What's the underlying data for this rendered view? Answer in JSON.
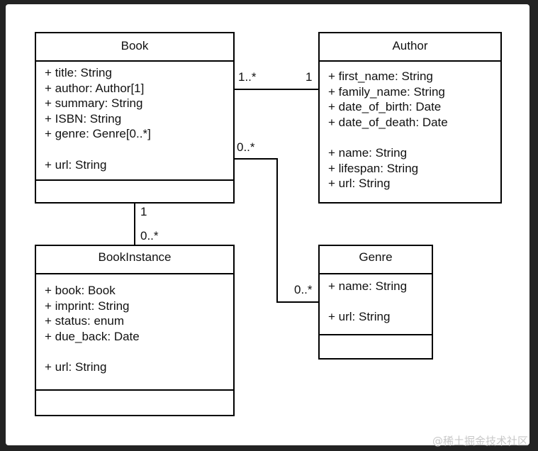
{
  "classes": {
    "book": {
      "name": "Book",
      "attributes": [
        "+ title: String",
        "+ author: Author[1]",
        "+ summary: String",
        "+ ISBN: String",
        "+ genre: Genre[0..*]",
        "",
        "+ url: String"
      ]
    },
    "author": {
      "name": "Author",
      "attributes": [
        "+ first_name: String",
        "+ family_name: String",
        "+ date_of_birth: Date",
        "+ date_of_death: Date",
        "",
        "+ name: String",
        "+ lifespan: String",
        "+ url: String"
      ]
    },
    "bookinstance": {
      "name": "BookInstance",
      "attributes": [
        "+ book: Book",
        "+ imprint: String",
        "+ status: enum",
        "+ due_back: Date",
        "",
        "+ url: String"
      ]
    },
    "genre": {
      "name": "Genre",
      "attributes": [
        "+ name: String",
        "",
        "+ url: String"
      ]
    }
  },
  "associations": {
    "book_author": {
      "book_end": "1..*",
      "author_end": "1"
    },
    "book_instance": {
      "book_end": "1",
      "instance_end": "0..*"
    },
    "book_genre": {
      "book_end": "0..*",
      "genre_end": "0..*"
    }
  },
  "watermark": "@稀土掘金技术社区"
}
